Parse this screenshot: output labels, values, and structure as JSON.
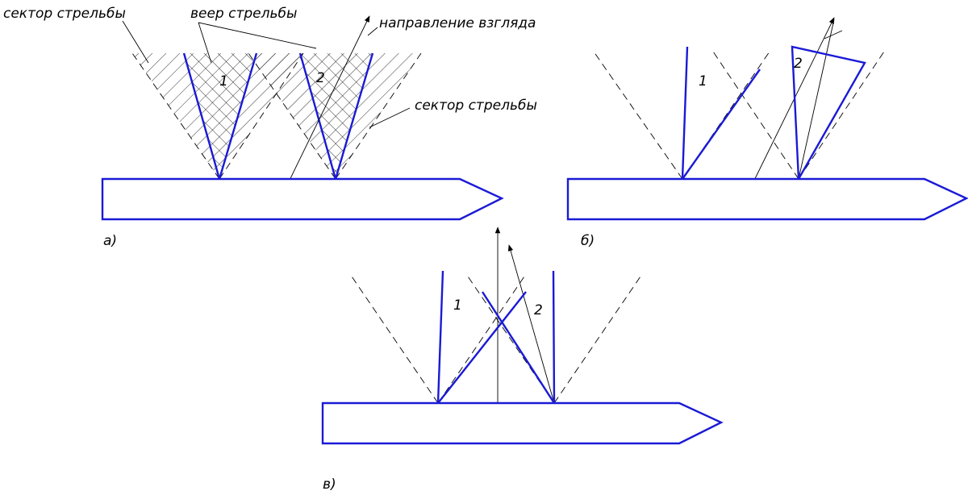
{
  "labels": {
    "sector_top_left": "сектор стрельбы",
    "fan": "веер стрельбы",
    "gaze_direction": "направление взгляда",
    "sector_right": "сектор стрельбы"
  },
  "numbers": {
    "a_1": "1",
    "a_2": "2",
    "b_1": "1",
    "b_2": "2",
    "c_1": "1",
    "c_2": "2"
  },
  "captions": {
    "a": "а)",
    "b": "б)",
    "c": "в)"
  },
  "colors": {
    "ship_outline": "#1a1ad6",
    "fan_lines": "#1a1ad6",
    "thin_lines": "#000000"
  }
}
